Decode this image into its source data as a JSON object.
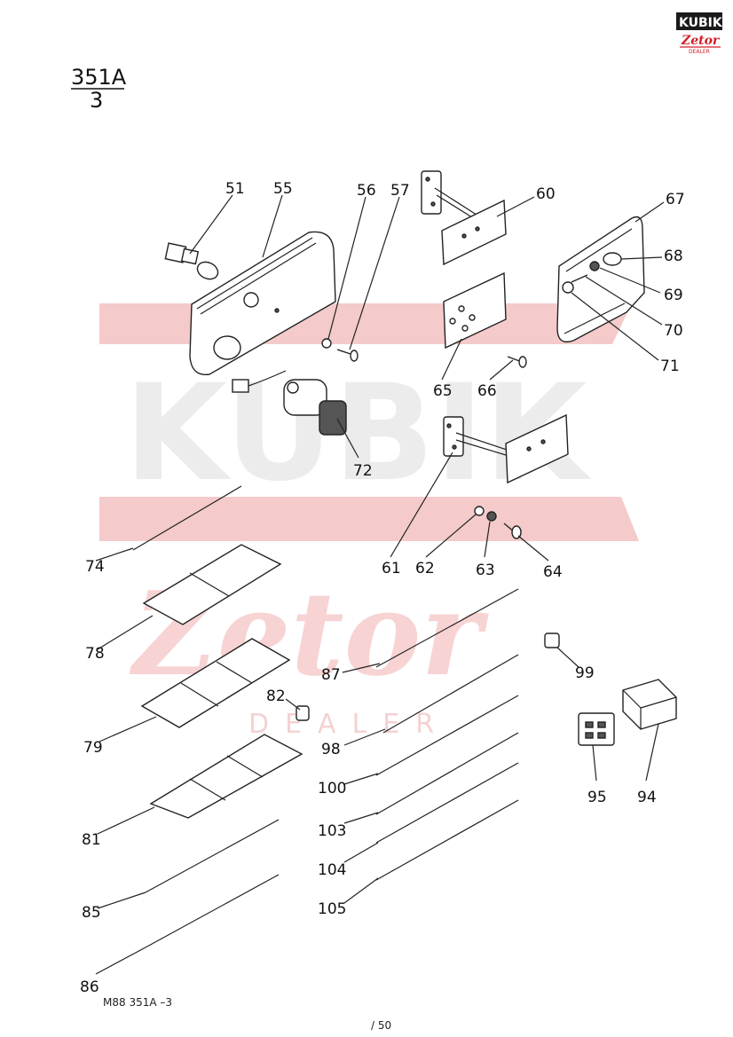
{
  "header": {
    "code": "351A",
    "sub": "3"
  },
  "logo": {
    "top": "KUBIK",
    "bottom": "Zetor",
    "tag": "DEALER"
  },
  "watermark": {
    "brand": "KUBIK",
    "script": "Zetor",
    "dealer": "DEALER"
  },
  "callouts": [
    "51",
    "55",
    "56",
    "57",
    "60",
    "67",
    "68",
    "69",
    "70",
    "71",
    "65",
    "66",
    "72",
    "74",
    "61",
    "62",
    "63",
    "64",
    "78",
    "87",
    "99",
    "82",
    "79",
    "98",
    "95",
    "94",
    "100",
    "103",
    "81",
    "104",
    "105",
    "85",
    "86"
  ],
  "footer": {
    "ref": "M88   351A –3",
    "page": "/ 50"
  },
  "colors": {
    "ink": "#111111",
    "watermark_red": "#f4caca",
    "logo_red": "#d0202a"
  }
}
